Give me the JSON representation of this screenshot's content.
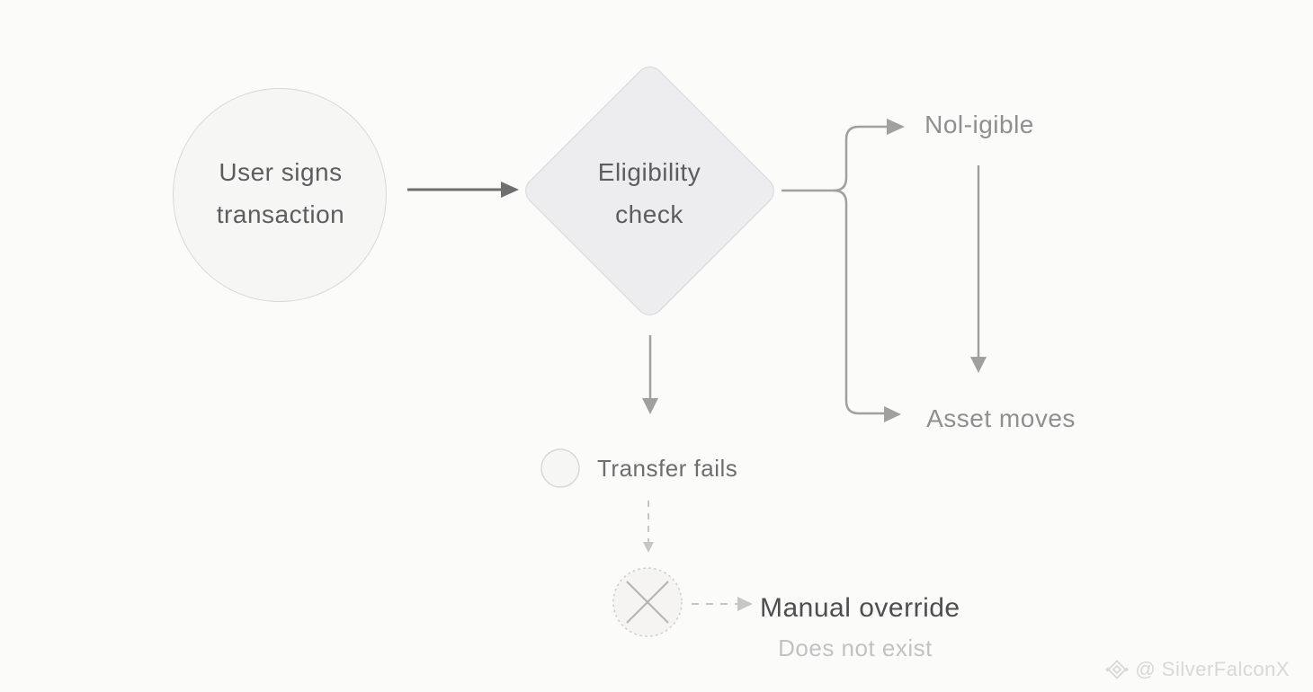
{
  "diagram": {
    "title_hint": "transaction eligibility flow",
    "nodes": {
      "start": {
        "shape": "circle",
        "label": "User signs transaction"
      },
      "decision": {
        "shape": "diamond",
        "label": "Eligibility check"
      },
      "not_eligible": {
        "shape": "text",
        "label": "Nol-igible"
      },
      "asset_moves": {
        "shape": "text",
        "label": "Asset moves"
      },
      "transfer_fails": {
        "shape": "small-circle",
        "label": "Transfer fails"
      },
      "manual_override": {
        "shape": "x-circle",
        "label": "Manual override",
        "sublabel": "Does not exist"
      }
    },
    "edges": [
      {
        "from": "start",
        "to": "decision",
        "style": "solid"
      },
      {
        "from": "decision",
        "to": "not_eligible",
        "style": "solid-branch"
      },
      {
        "from": "decision",
        "to": "asset_moves",
        "style": "solid-branch"
      },
      {
        "from": "not_eligible",
        "to": "asset_moves",
        "style": "solid"
      },
      {
        "from": "decision",
        "to": "transfer_fails",
        "style": "solid"
      },
      {
        "from": "transfer_fails",
        "to": "manual_override",
        "style": "dashed"
      }
    ]
  },
  "watermark": {
    "text": "@ SilverFalconX"
  },
  "colors": {
    "bg": "#fbfbf9",
    "ink-dark": "#5d5d5f",
    "ink-strong": "#4e4e50",
    "ink-mid": "#8f8f91",
    "ink-soft": "#6e6e70",
    "ink-faint": "#c2c2c4",
    "node-fill": "#f6f6f5",
    "node-border": "#d9d8d6",
    "diamond-fill": "#edecee",
    "diamond-border": "#d8d6da",
    "connector": "#a0a0a0",
    "connector-dark": "#6e6e6e",
    "dashed": "#c6c6c6",
    "x-circle-fill": "#f5f4f2",
    "x-circle-border": "#cbcbcb",
    "x-stroke": "#b3b3b3",
    "watermark": "#d8d8d8"
  }
}
